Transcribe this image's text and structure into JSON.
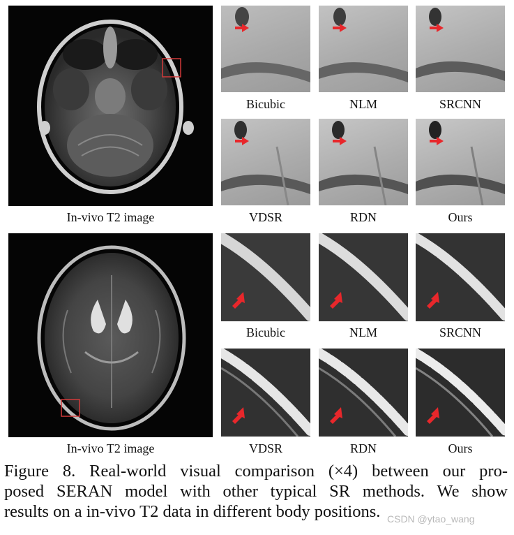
{
  "figure": {
    "top_labels": {
      "main": "In-vivo T2 image",
      "methods": [
        "Bicubic",
        "NLM",
        "SRCNN",
        "VDSR",
        "RDN",
        "Ours"
      ]
    },
    "bottom_labels": {
      "main": "In-vivo T2 image",
      "methods": [
        "Bicubic",
        "NLM",
        "SRCNN",
        "VDSR",
        "RDN",
        "Ours"
      ]
    },
    "caption_lines": [
      "Figure 8. Real-world visual comparison (×4) between our pro-",
      "posed SERAN model with other typical SR methods.  We show",
      "results on a in-vivo T2 data in different body positions."
    ],
    "watermark": "CSDN @ytao_wang",
    "colors": {
      "arrow": "#e8272b",
      "roi_box": "#d23a3a",
      "background_scan": "#050505"
    }
  }
}
